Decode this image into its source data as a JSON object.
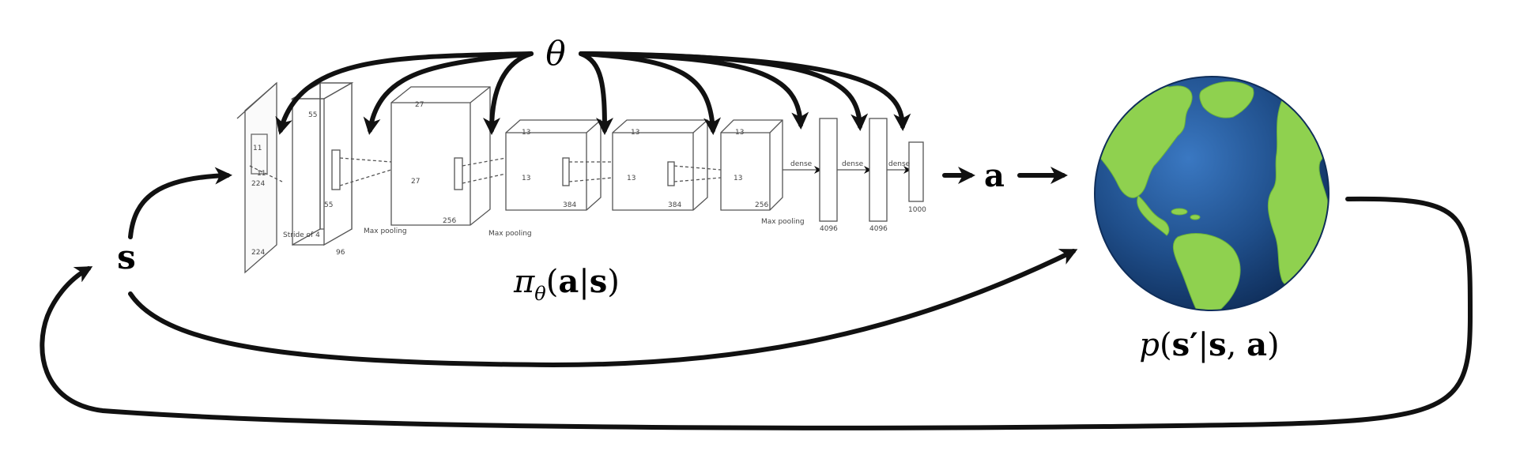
{
  "labels": {
    "theta": "θ",
    "state": "s",
    "action": "a",
    "policy_prefix": "π",
    "policy_sub": "θ",
    "policy_open": "(",
    "policy_a": "a",
    "policy_bar": "|",
    "policy_s": "s",
    "policy_close": ")",
    "dyn_p": "p",
    "dyn_open": "(",
    "dyn_s1": "s′",
    "dyn_bar": "|",
    "dyn_s2": "s",
    "dyn_comma": ", ",
    "dyn_a": "a",
    "dyn_close": ")"
  },
  "network_labels": {
    "stride": "Stride of 4",
    "maxpool": "Max pooling",
    "maxpool2": "Max pooling",
    "maxpool3": "Max pooling",
    "n224": "224",
    "n224b": "224",
    "n11": "11",
    "n11b": "11",
    "n55": "55",
    "n55b": "55",
    "n96": "96",
    "n27": "27",
    "n27b": "27",
    "n256": "256",
    "n13": "13",
    "n13b": "13",
    "n384": "384",
    "n13c": "13",
    "n13d": "13",
    "n384b": "384",
    "n13e": "13",
    "n13f": "13",
    "n256b": "256",
    "n4096": "4096",
    "n4096b": "4096",
    "n1000": "1000",
    "dense": "dense",
    "dense2": "dense",
    "dense3": "dense"
  },
  "colors": {
    "ink": "#111111",
    "ocean": "#1f4e8a",
    "ocean_dark": "#143a6b",
    "land": "#8fd14f",
    "land_dark": "#5fa22e"
  }
}
